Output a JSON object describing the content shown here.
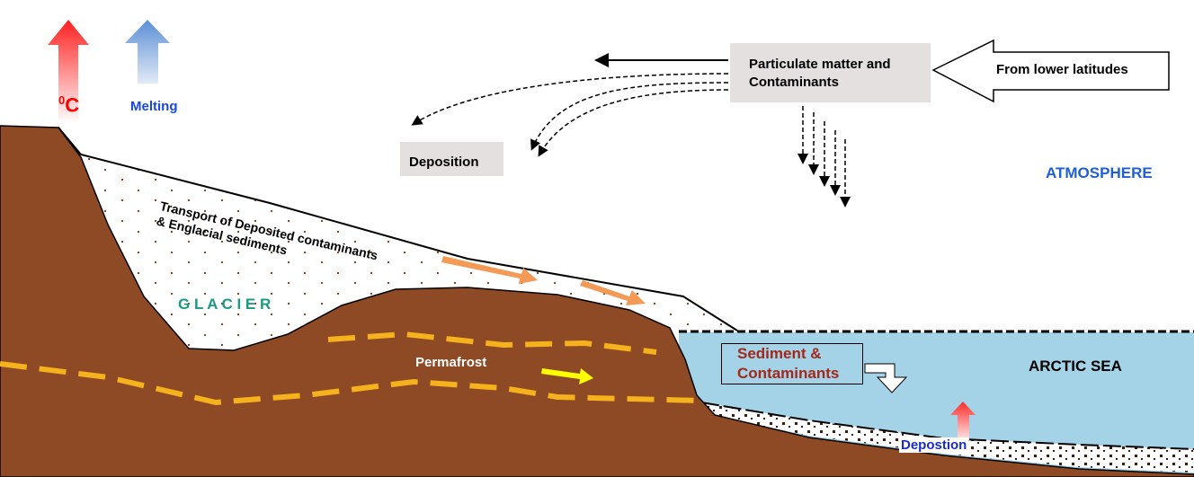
{
  "labels": {
    "temperature_unit_sup": "0",
    "temperature_unit": "C",
    "melting": "Melting",
    "particulate_line1": "Particulate matter and",
    "particulate_line2": "Contaminants",
    "from_lower_latitudes": "From lower latitudes",
    "deposition": "Deposition",
    "atmosphere": "ATMOSPHERE",
    "transport_line1": "Transport of Deposited contaminants",
    "transport_line2": "& Englacial sediments",
    "glacier": "G L A C I E R",
    "permafrost": "Permafrost",
    "sediment_line1": "Sediment &",
    "sediment_line2": "Contaminants",
    "arctic_sea": "ARCTIC SEA",
    "depostion": "Depostion"
  },
  "colors": {
    "land": "#8e4a25",
    "sea": "#a4d2e6",
    "permafrost": "#f5b21c",
    "glacier_text": "#1a9a7e",
    "atmosphere_text": "#1f5fd6",
    "sediment_text": "#a3281a"
  }
}
